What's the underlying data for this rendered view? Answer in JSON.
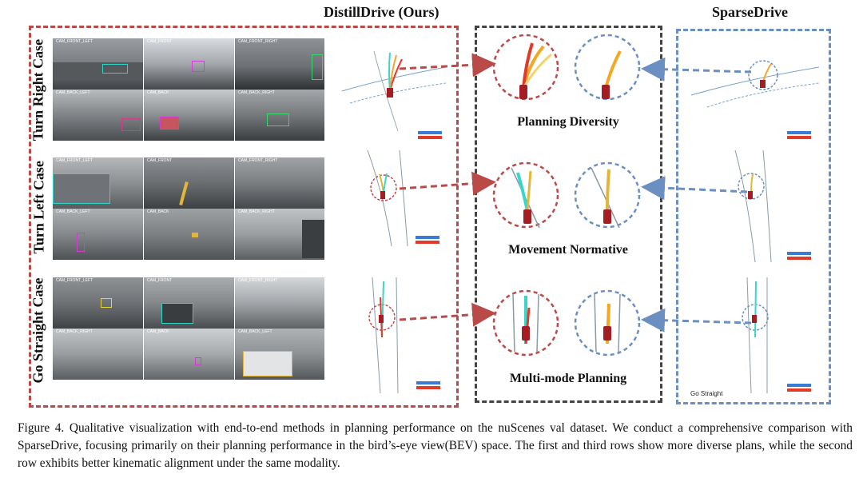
{
  "header": {
    "left_title": "DistillDrive (Ours)",
    "right_title": "SparseDrive"
  },
  "rows": [
    {
      "label": "Turn Right Case",
      "cams": [
        "CAM_FRONT_LEFT",
        "CAM_FRONT",
        "CAM_FRONT_RIGHT",
        "CAM_BACK_LEFT",
        "CAM_BACK",
        "CAM_BACK_RIGHT"
      ]
    },
    {
      "label": "Turn Left Case",
      "cams": [
        "CAM_FRONT_LEFT",
        "CAM_FRONT",
        "CAM_FRONT_RIGHT",
        "CAM_BACK_LEFT",
        "CAM_BACK",
        "CAM_BACK_RIGHT"
      ]
    },
    {
      "label": "Go Straight Case",
      "cams": [
        "CAM_FRONT_LEFT",
        "CAM_FRONT",
        "CAM_FRONT_RIGHT",
        "CAM_BACK_RIGHT",
        "CAM_BACK",
        "CAM_BACK_LEFT"
      ]
    }
  ],
  "center_labels": [
    "Planning Diversity",
    "Movement Normative",
    "Multi-mode Planning"
  ],
  "bev_notes": {
    "go_straight": "Go Straight"
  },
  "colors": {
    "ours_box": "#b94a48",
    "center_box": "#444444",
    "sparse_box": "#6a8fc0",
    "arrow_red": "#b94a48",
    "arrow_blue": "#6a8fc0"
  },
  "caption": "Figure 4. Qualitative visualization with end-to-end methods in planning performance on the nuScenes val dataset. We conduct a comprehensive comparison with SparseDrive, focusing primarily on their planning performance in the bird’s-eye view(BEV) space. The first and third rows show more diverse plans, while the second row exhibits better kinematic alignment under the same modality."
}
